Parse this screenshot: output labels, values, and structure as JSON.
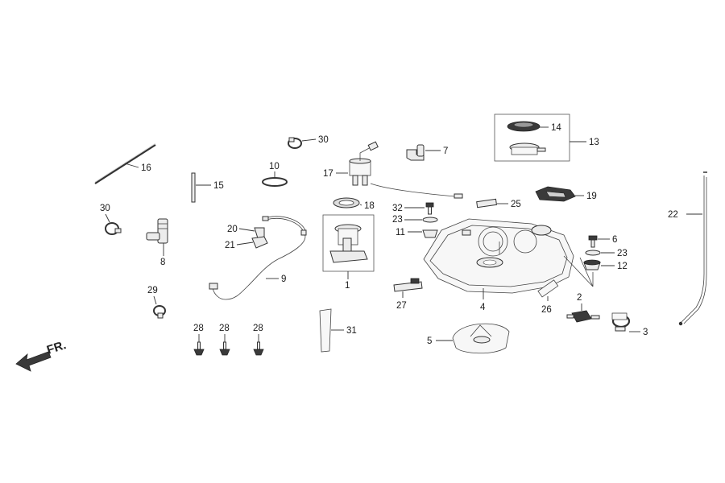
{
  "diagram": {
    "direction_label": "FR.",
    "callouts": {
      "p1": "1",
      "p2": "2",
      "p3": "3",
      "p4": "4",
      "p5": "5",
      "p6": "6",
      "p7": "7",
      "p8": "8",
      "p9": "9",
      "p10": "10",
      "p11": "11",
      "p12": "12",
      "p13": "13",
      "p14": "14",
      "p15": "15",
      "p16": "16",
      "p17": "17",
      "p18": "18",
      "p19": "19",
      "p20": "20",
      "p21": "21",
      "p22": "22",
      "p23a": "23",
      "p23b": "23",
      "p25": "25",
      "p26": "26",
      "p27": "27",
      "p28a": "28",
      "p28b": "28",
      "p28c": "28",
      "p29": "29",
      "p30a": "30",
      "p30b": "30",
      "p31": "31",
      "p32": "32"
    }
  },
  "colors": {
    "line": "#333333",
    "fill": "#ececec",
    "background": "#ffffff"
  }
}
